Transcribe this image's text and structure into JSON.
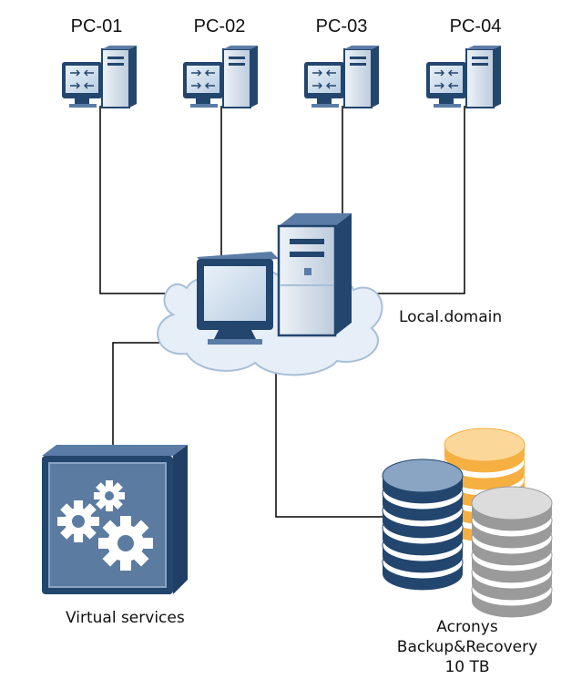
{
  "nodes": {
    "pcs": [
      {
        "label": "PC-01"
      },
      {
        "label": "PC-02"
      },
      {
        "label": "PC-03"
      },
      {
        "label": "PC-04"
      }
    ],
    "server": {
      "label": "Local.domain"
    },
    "virtual": {
      "label": "Virtual services"
    },
    "storage": {
      "line1": "Acronys",
      "line2": "Backup&Recovery",
      "line3": "10 TB"
    }
  },
  "colors": {
    "navy": "#23466e",
    "steel": "#5b7ca6",
    "light_blue": "#cfe0f0",
    "cloud_fill": "#e6eef7",
    "cloud_stroke": "#a8bfd8",
    "gold": "#f5b041",
    "gold_light": "#fcd79a",
    "silver": "#9a9a9a",
    "silver_light": "#dcdcdc",
    "line": "#000000"
  }
}
